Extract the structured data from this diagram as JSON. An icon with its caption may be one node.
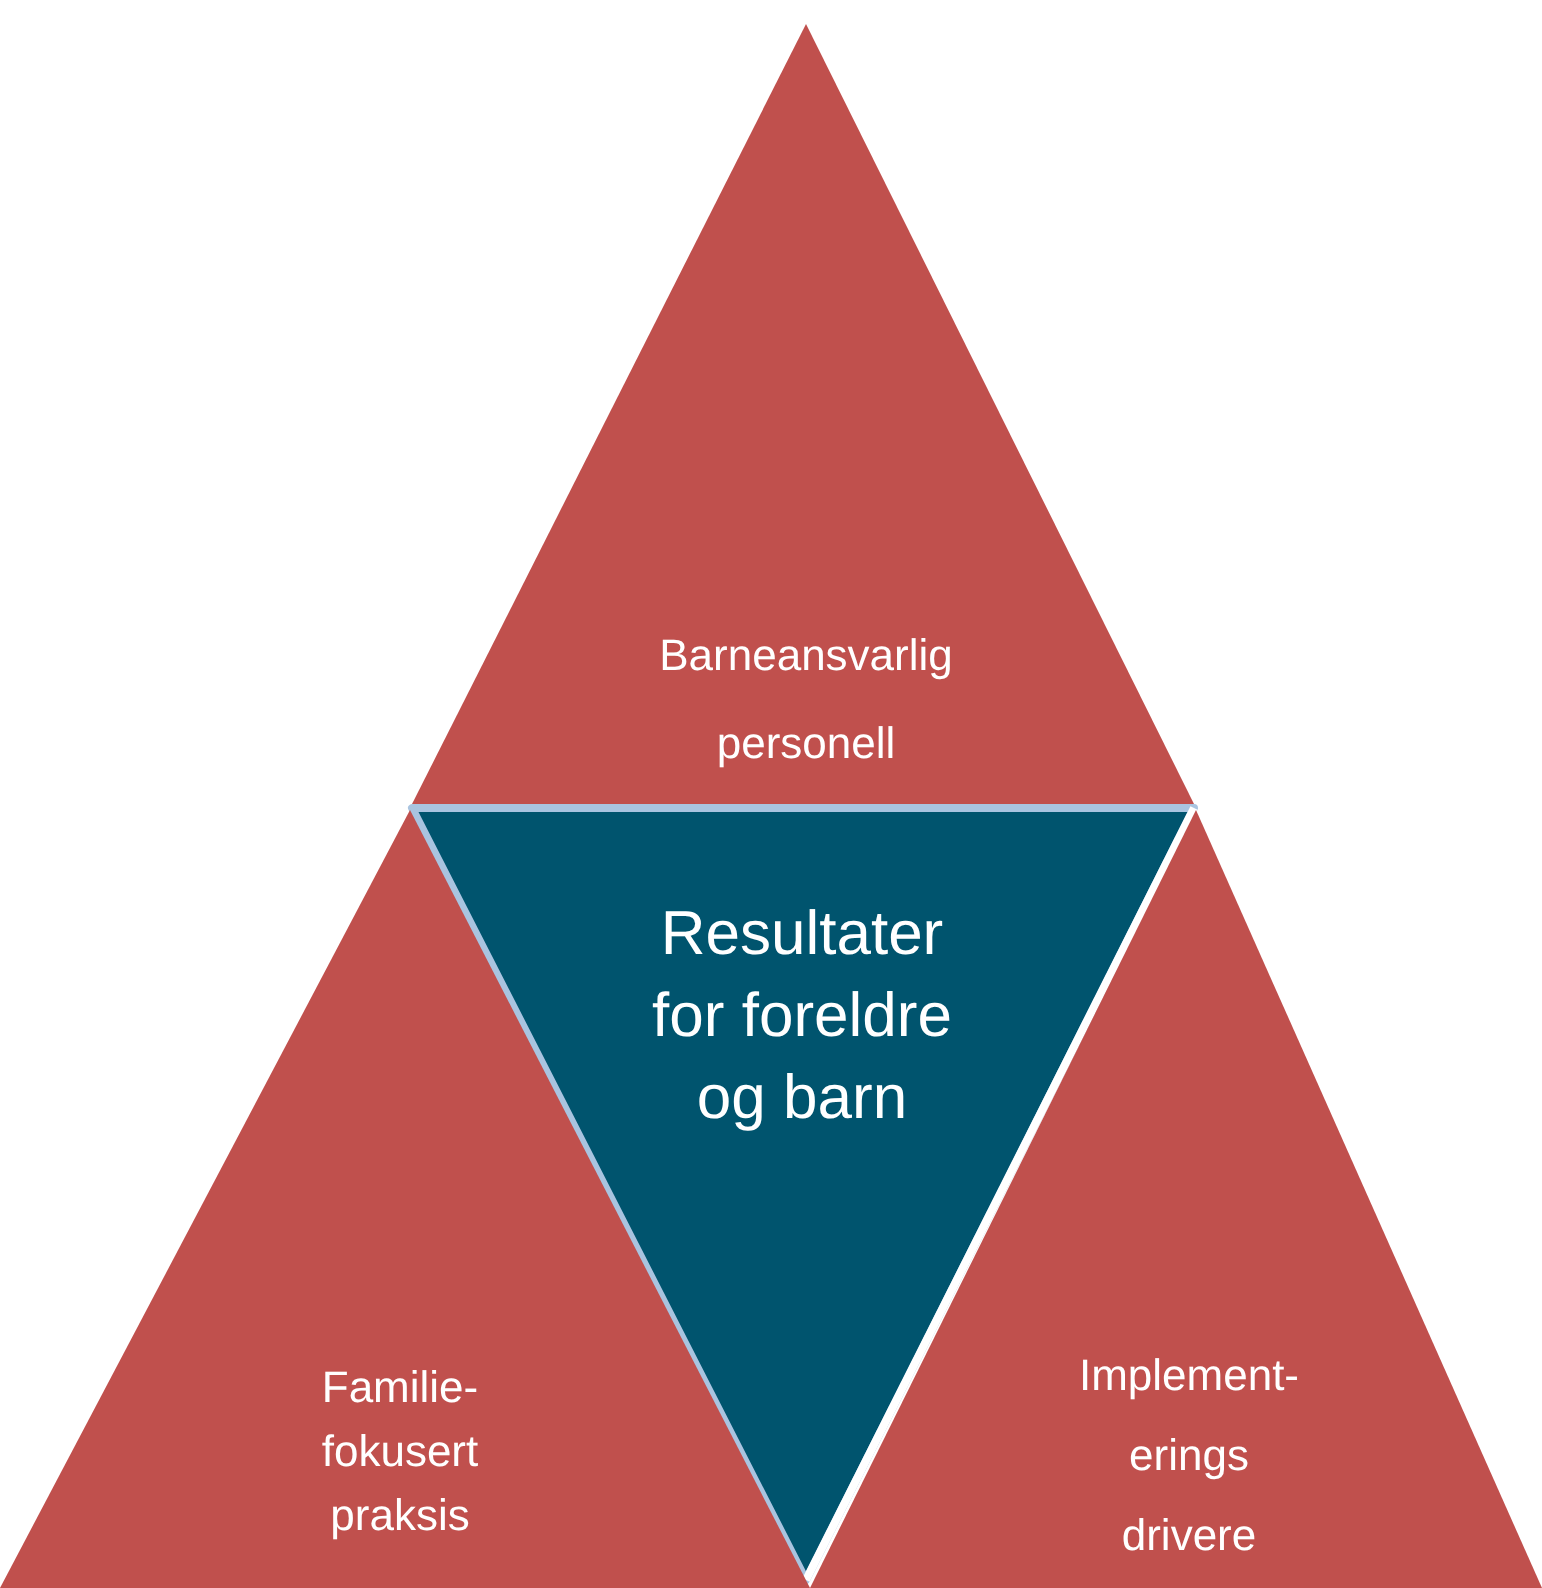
{
  "diagram": {
    "nodes": [
      {
        "text": [
          "Barneansvarlig personell"
        ]
      },
      {
        "text": [
          "Resultater for foreldre og barn"
        ]
      },
      {
        "text": [
          "Familie- fokusert praksis"
        ]
      },
      {
        "text": [
          "Implement- erings drivere"
        ]
      }
    ]
  }
}
